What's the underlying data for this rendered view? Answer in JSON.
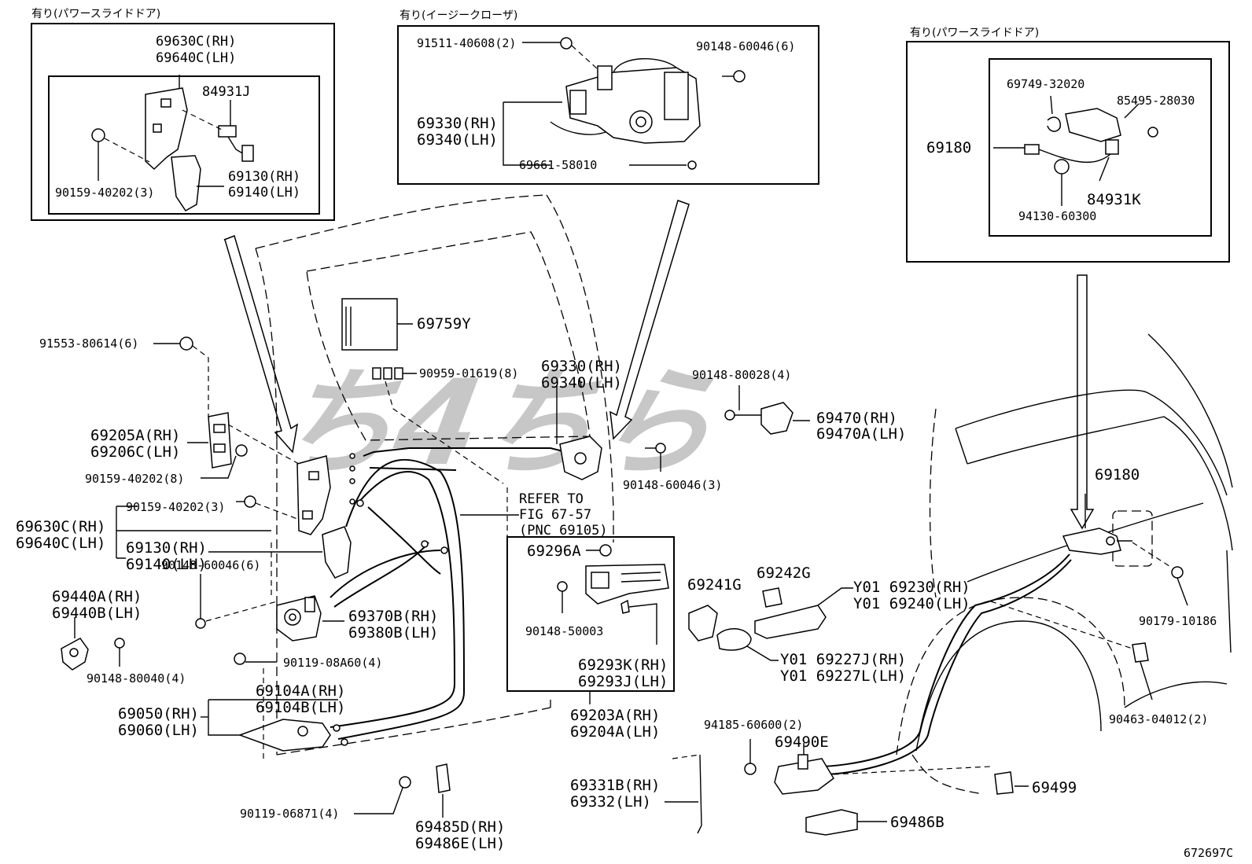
{
  "inset_headers": {
    "left": "有り(パワースライドドア)",
    "middle": "有り(イージークローザ)",
    "right": "有り(パワースライドドア)"
  },
  "labels": {
    "a1": "69630C(RH)",
    "a2": "69640C(LH)",
    "a3": "84931J",
    "a4": "69130(RH)",
    "a5": "69140(LH)",
    "a6": "90159-40202(3)",
    "b1": "91511-40608(2)",
    "b2": "90148-60046(6)",
    "b3": "69330(RH)",
    "b4": "69340(LH)",
    "b5": "69661-58010",
    "c1": "69749-32020",
    "c2": "85495-28030",
    "c3": "69180",
    "c4": "84931K",
    "c5": "94130-60300",
    "m1": "91553-80614(6)",
    "m2": "69759Y",
    "m3": "90959-01619(8)",
    "m4": "69330(RH)",
    "m5": "69340(LH)",
    "m6": "90148-80028(4)",
    "m7": "69470(RH)",
    "m8": "69470A(LH)",
    "m9": "69205A(RH)",
    "m10": "69206C(LH)",
    "m11": "90159-40202(8)",
    "m12": "90148-60046(3)",
    "m13": "90159-40202(3)",
    "m14": "69630C(RH)",
    "m15": "69640C(LH)",
    "m16": "REFER TO",
    "m17": "FIG 67-57",
    "m18": "(PNC 69105)",
    "m19": "69180",
    "m20": "69130(RH)",
    "m21": "69140(LH)",
    "m22": "69296A",
    "m23": "69241G",
    "m24": "69242G",
    "m25": "Y01 69230(RH)",
    "m26": "Y01 69240(LH)",
    "m27": "90148-60046(6)",
    "m28": "69440A(RH)",
    "m29": "69440B(LH)",
    "m30": "69370B(RH)",
    "m31": "69380B(LH)",
    "m32": "90148-50003",
    "m33": "90179-10186",
    "m34": "90148-80040(4)",
    "m35": "90119-08A60(4)",
    "m36": "69293K(RH)",
    "m37": "69293J(LH)",
    "m38": "Y01 69227J(RH)",
    "m39": "Y01 69227L(LH)",
    "m40": "69104A(RH)",
    "m41": "69104B(LH)",
    "m42": "69050(RH)",
    "m43": "69060(LH)",
    "m44": "69203A(RH)",
    "m45": "69204A(LH)",
    "m46": "90463-04012(2)",
    "m47": "94185-60600(2)",
    "m48": "69490E",
    "m49": "90119-06871(4)",
    "m50": "69331B(RH)",
    "m51": "69332(LH)",
    "m52": "69499",
    "m53": "69486B",
    "m54": "69485D(RH)",
    "m55": "69486E(LH)",
    "m56": "672697C"
  },
  "watermark": "ち4ちら"
}
